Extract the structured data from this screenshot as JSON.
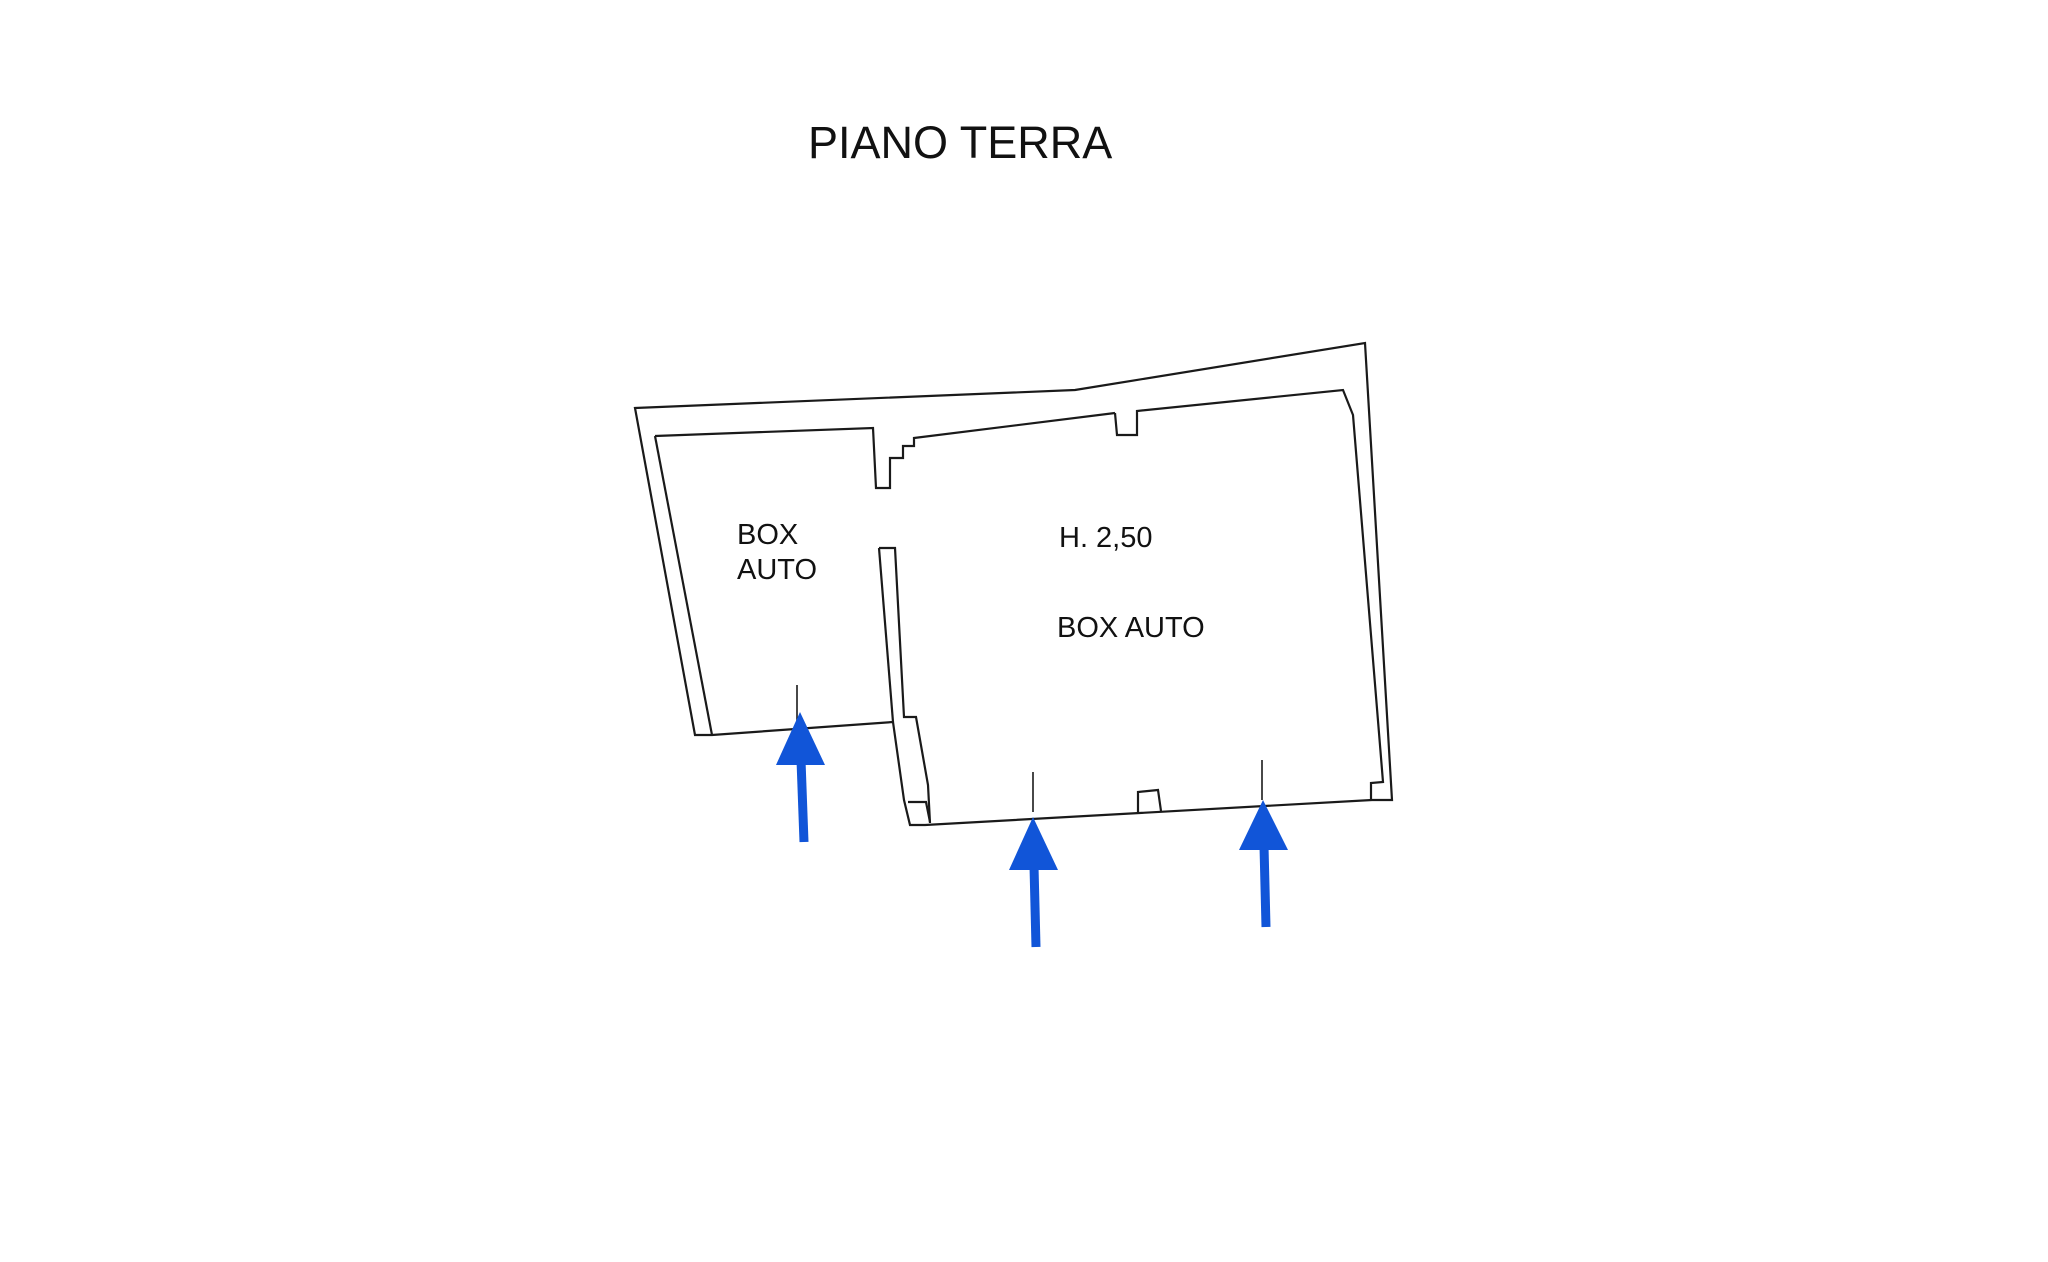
{
  "plan": {
    "title": "PIANO TERRA",
    "rooms": [
      {
        "id": "small",
        "label_line1": "BOX",
        "label_line2": "AUTO"
      },
      {
        "id": "large",
        "height_label": "H. 2,50",
        "label": "BOX AUTO"
      }
    ],
    "entrance_arrow_color": "#1155d8"
  }
}
